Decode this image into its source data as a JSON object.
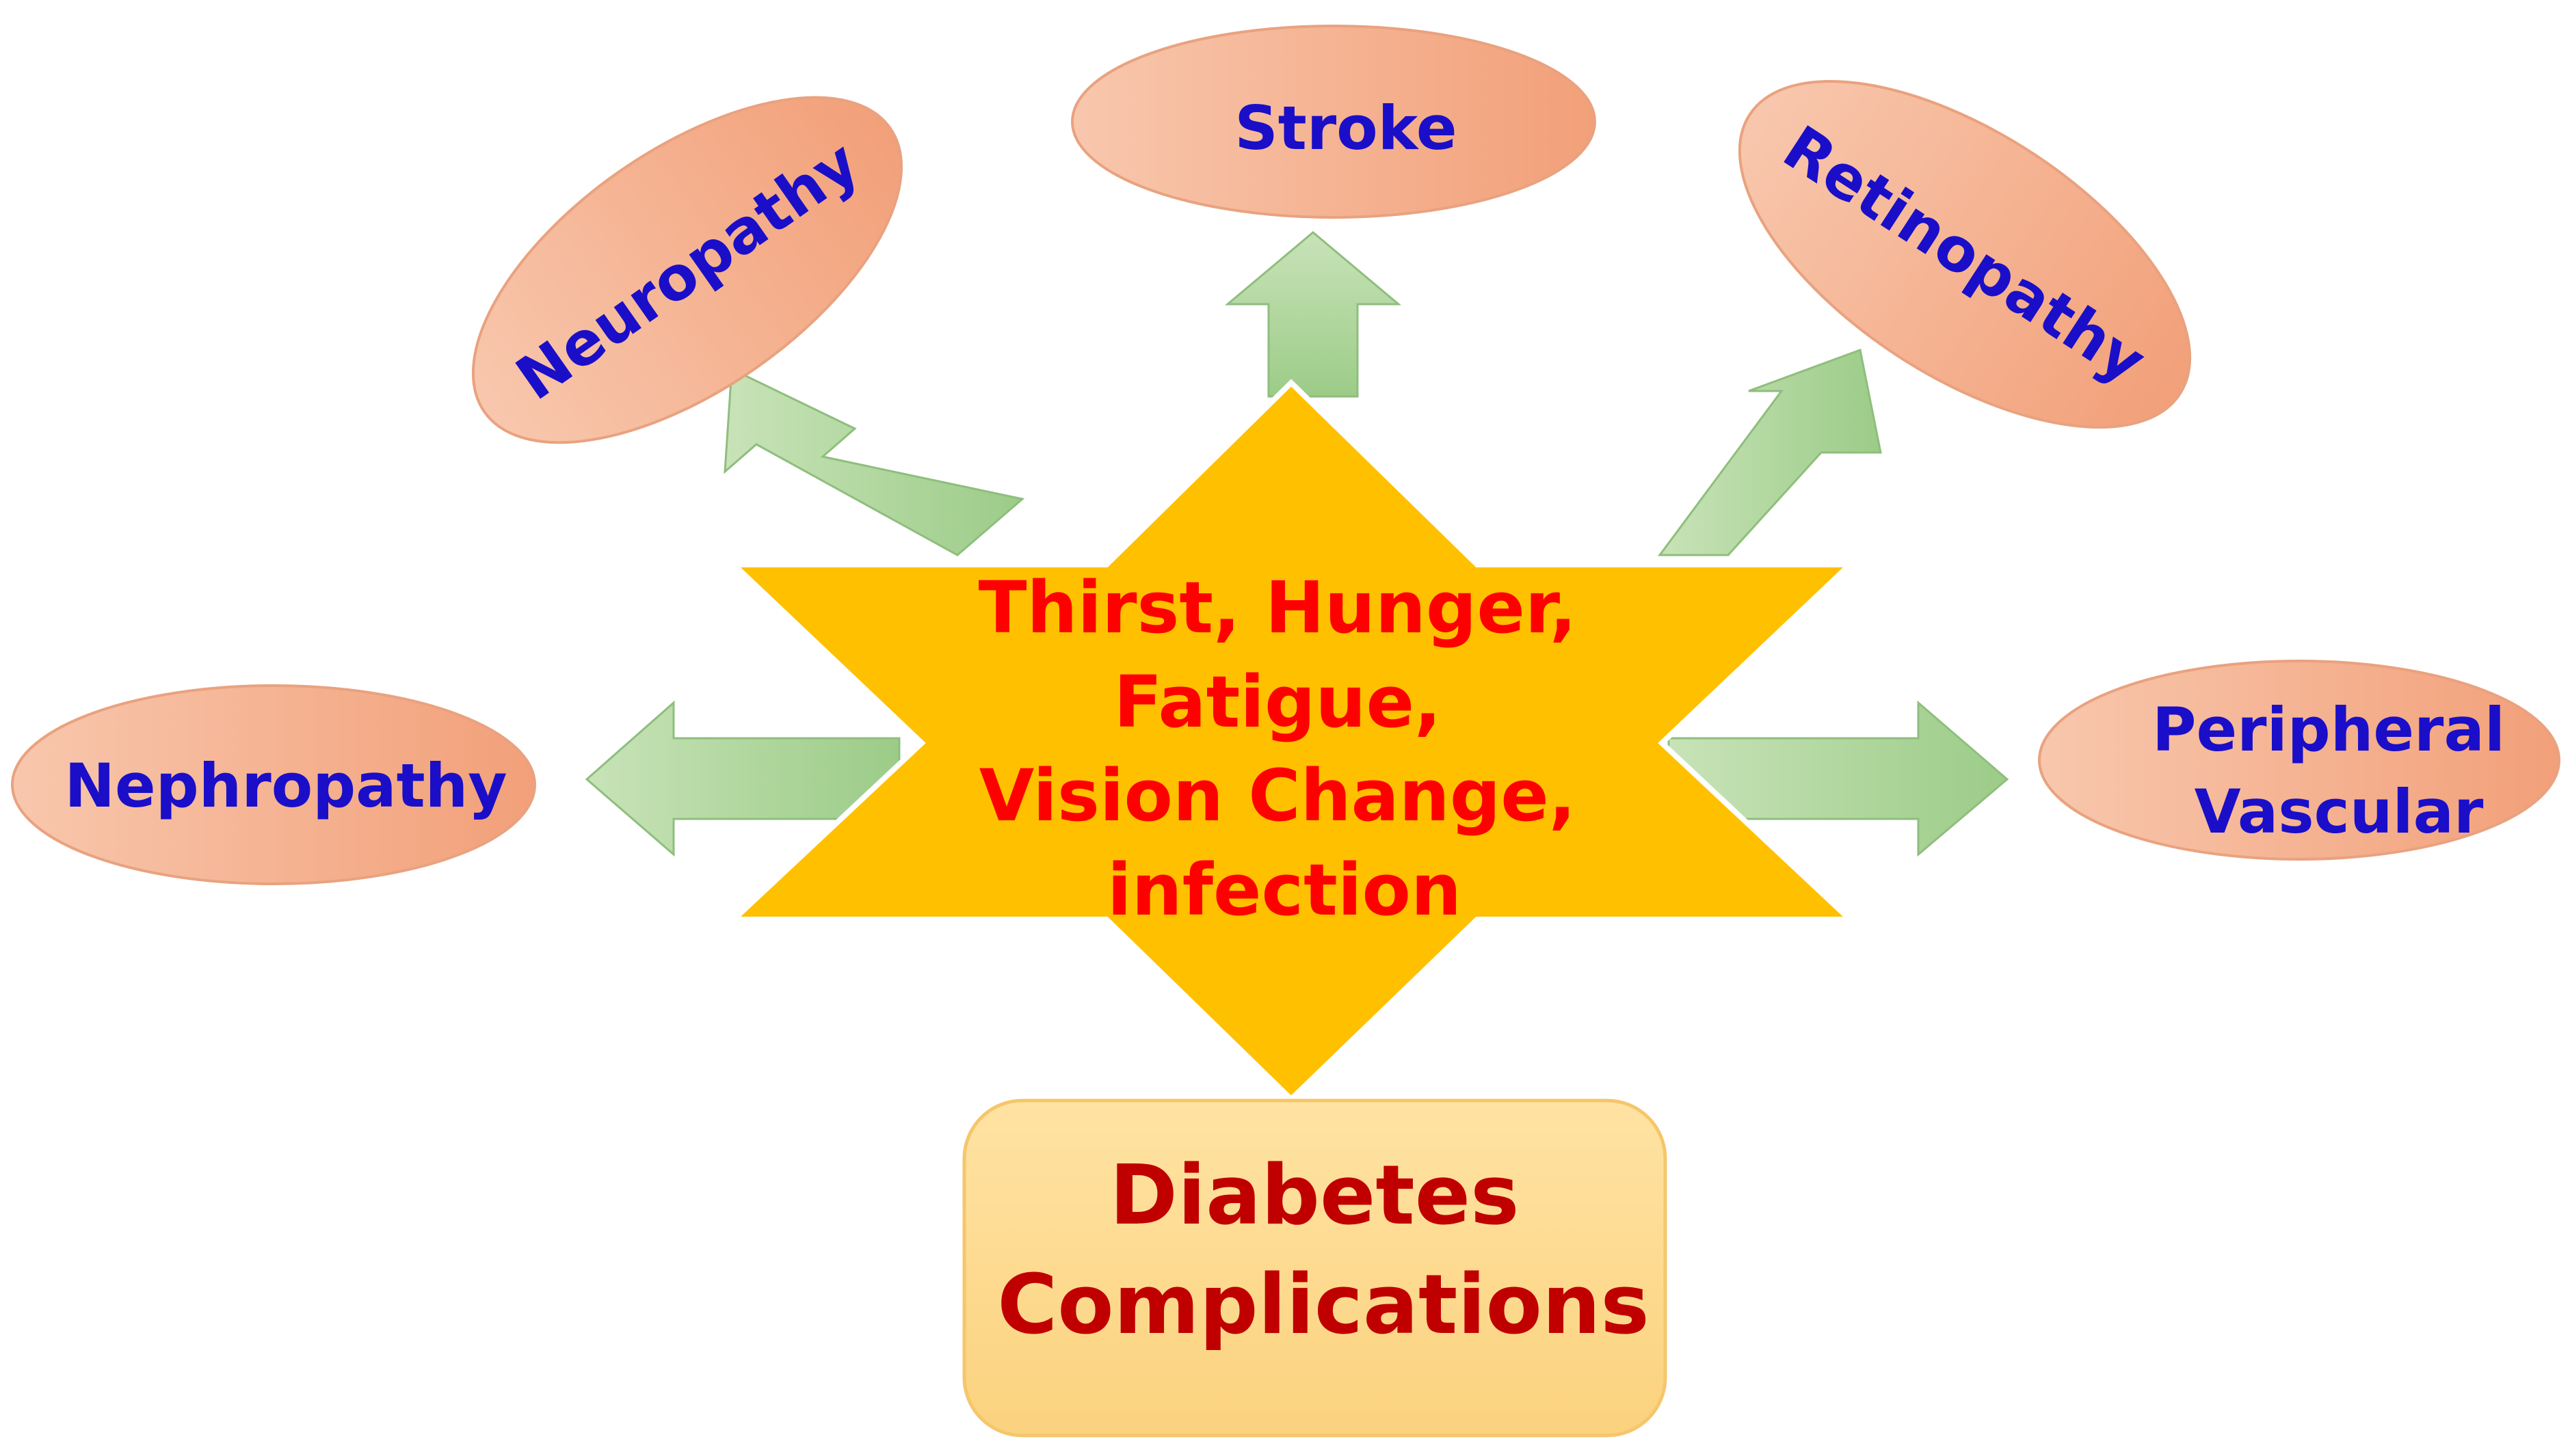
{
  "colors": {
    "ellipse_light": "#f8c7ad",
    "ellipse_dark": "#f2a079",
    "ellipse_stroke": "#e9a27f",
    "arrow_light": "#c8e3b8",
    "arrow_dark": "#9ccc88",
    "arrow_stroke": "#8fbe7d",
    "star_fill": "#ffc000",
    "star_stroke": "#ffffff",
    "box_light": "#ffe3a3",
    "box_dark": "#fbd27e",
    "box_stroke": "#f5c66b",
    "outcome_text": "#1a0ec8",
    "symptom_text": "#ff0000",
    "root_text": "#c00000"
  },
  "center": {
    "lines": [
      "Thirst, Hunger,",
      "Fatigue,",
      "Vision Change,",
      "infection"
    ]
  },
  "root": {
    "lines": [
      "Diabetes",
      "Complications"
    ]
  },
  "complications": [
    {
      "id": "neuropathy",
      "label": "Neuropathy"
    },
    {
      "id": "stroke",
      "label": "Stroke"
    },
    {
      "id": "retinopathy",
      "label": "Retinopathy"
    },
    {
      "id": "nephropathy",
      "label": "Nephropathy"
    },
    {
      "id": "peripheral-vascular",
      "label": "Peripheral Vascular",
      "lines": [
        "Peripheral",
        "Vascular"
      ]
    }
  ]
}
